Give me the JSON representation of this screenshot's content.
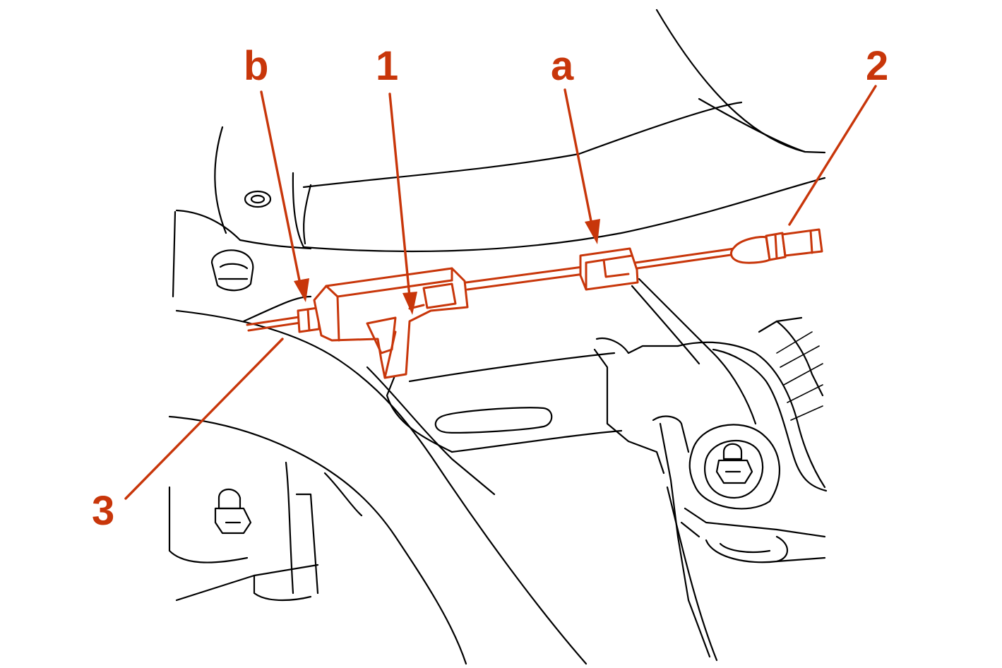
{
  "colors": {
    "callout": "#c8360a",
    "linework": "#000000",
    "background": "#ffffff"
  },
  "callouts": {
    "b": "b",
    "one": "1",
    "a": "a",
    "two": "2",
    "three": "3"
  }
}
